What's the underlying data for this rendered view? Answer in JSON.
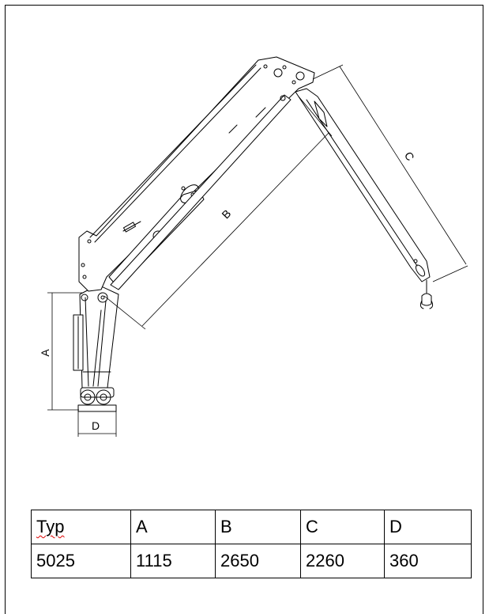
{
  "drawing": {
    "dimension_labels": {
      "a": "A",
      "b": "B",
      "c": "C",
      "d": "D"
    }
  },
  "spec_table": {
    "headers": [
      "Typ",
      "A",
      "B",
      "C",
      "D"
    ],
    "rows": [
      [
        "5025",
        "1115",
        "2650",
        "2260",
        "360"
      ]
    ]
  }
}
